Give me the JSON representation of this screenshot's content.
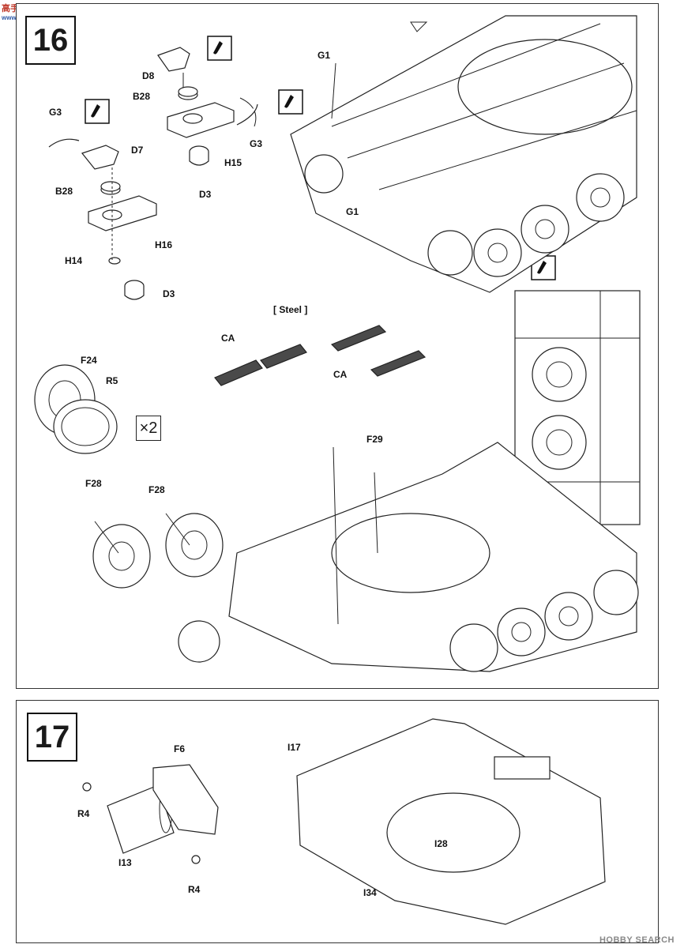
{
  "watermark_top": {
    "line1": "高手网",
    "line2": "www.gaoshou.com"
  },
  "watermark_bottom": "HOBBY SEARCH",
  "step16": {
    "number": "16",
    "labels": {
      "D8": "D8",
      "B28a": "B28",
      "G3a": "G3",
      "H15": "H15",
      "D3a": "D3",
      "G3b": "G3",
      "D7": "D7",
      "B28b": "B28",
      "H16": "H16",
      "H14": "H14",
      "D3b": "D3",
      "G1a": "G1",
      "G1b": "G1",
      "steel": "[ Steel ]",
      "CAa": "CA",
      "CAb": "CA",
      "F24": "F24",
      "R5": "R5",
      "times2": "×2",
      "F29": "F29",
      "F28a": "F28",
      "F28b": "F28"
    }
  },
  "step17": {
    "number": "17",
    "labels": {
      "F6": "F6",
      "R4a": "R4",
      "I13": "I13",
      "R4b": "R4",
      "I17": "I17",
      "I28": "I28",
      "I34": "I34"
    }
  }
}
